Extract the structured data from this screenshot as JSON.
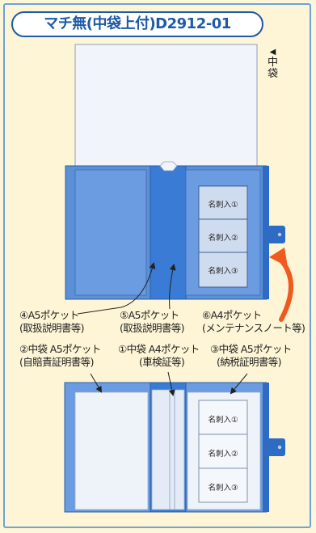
{
  "title": "マチ無(中袋上付)D2912-01",
  "top_diagram": {
    "inner_pocket_label_chars": [
      "◀",
      "中",
      "袋"
    ],
    "card_slots": [
      "名刺入①",
      "名刺入②",
      "名刺入③"
    ]
  },
  "callouts": {
    "row1": [
      {
        "line1": "④A5ポケット",
        "line2": "(取扱説明書等)"
      },
      {
        "line1": "⑤A5ポケット",
        "line2": "(取扱説明書等)"
      },
      {
        "line1": "⑥A4ポケット",
        "line2": "(メンテナンスノート等)"
      }
    ],
    "row2": [
      {
        "line1": "②中袋 A5ポケット",
        "line2": "(自賠責証明書等)"
      },
      {
        "line1": "①中袋 A4ポケット",
        "line2": "(車検証等)"
      },
      {
        "line1": "③中袋 A5ポケット",
        "line2": "(納税証明書等)"
      }
    ]
  },
  "bottom_diagram": {
    "card_slots": [
      "名刺入①",
      "名刺入②",
      "名刺入③"
    ]
  },
  "colors": {
    "background": "#fdf5d6",
    "cover_blue": "#5b8fd6",
    "spine_blue": "#3a7bd5",
    "title_blue": "#1e5aa6",
    "arrow_orange": "#f05a1e"
  }
}
